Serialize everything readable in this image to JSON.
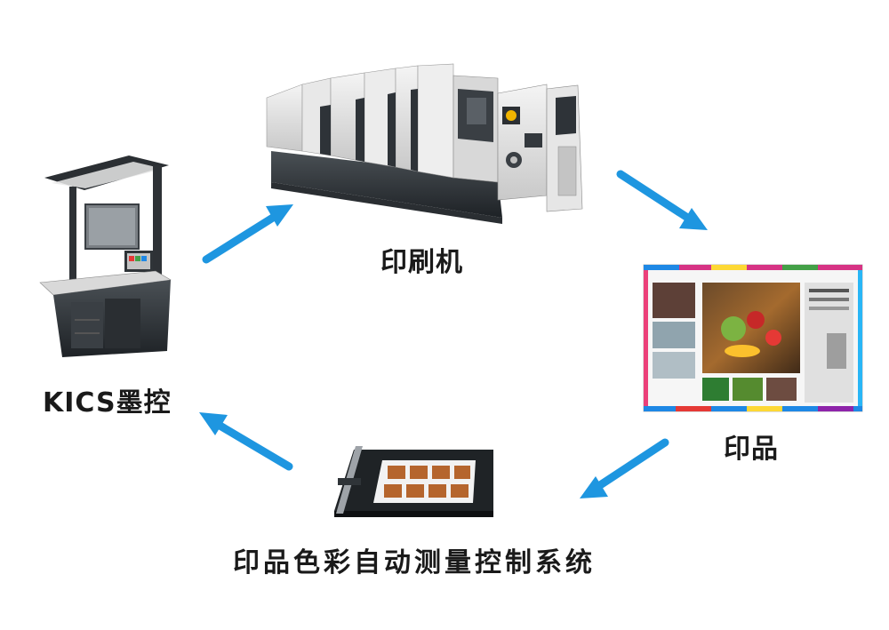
{
  "nodes": {
    "press": {
      "label": "印刷机"
    },
    "prints": {
      "label": "印品"
    },
    "measure": {
      "label": "印品色彩自动测量控制系统"
    },
    "console": {
      "label": "KICS墨控"
    }
  },
  "colors": {
    "arrow": "#1e96e0",
    "text": "#1a1a1a"
  }
}
